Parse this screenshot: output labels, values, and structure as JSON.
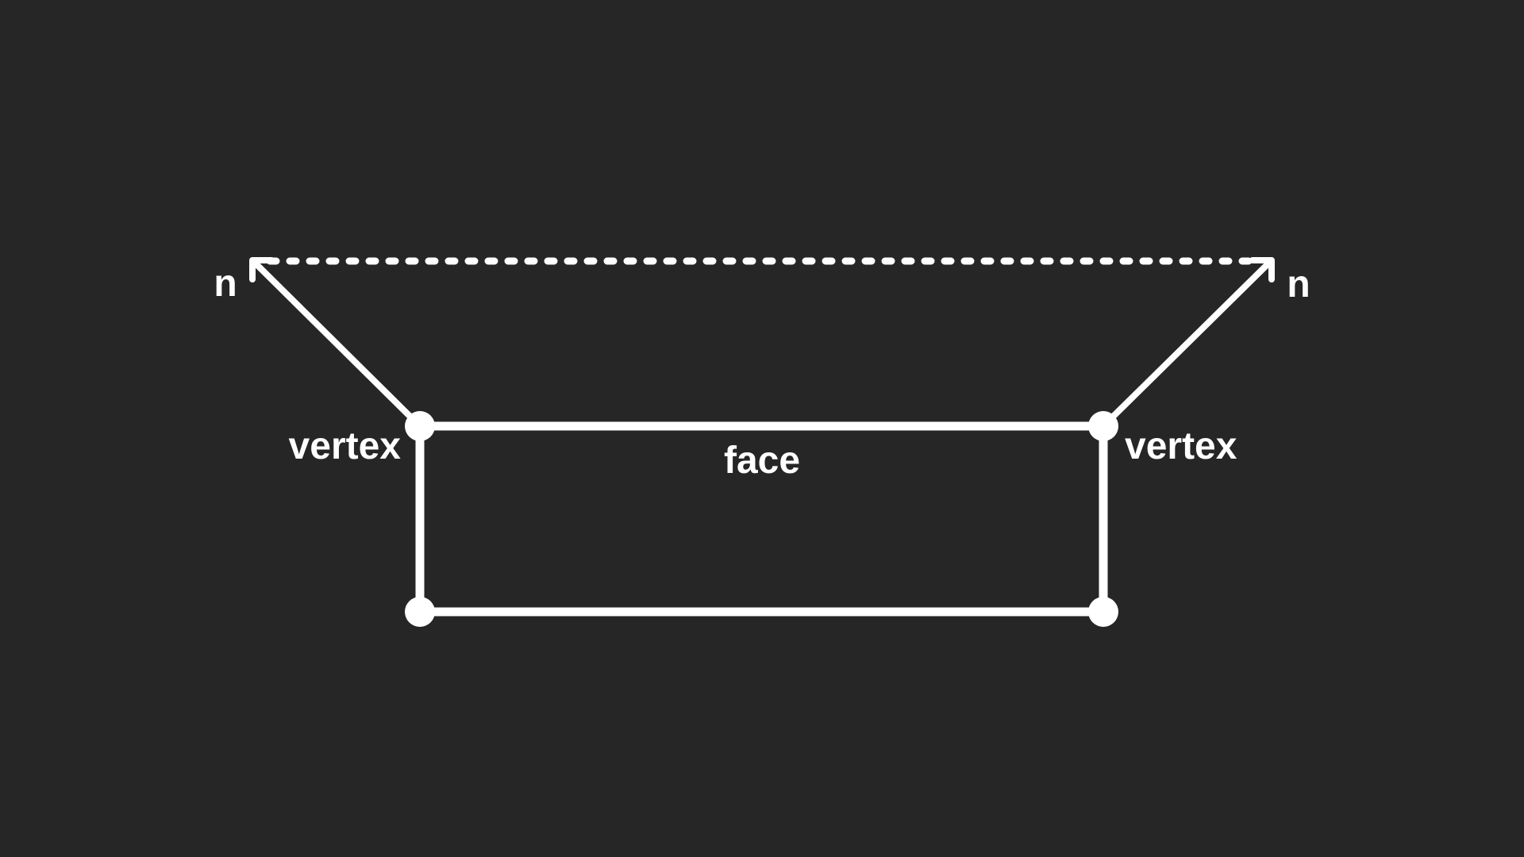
{
  "canvas": {
    "background_color": "#262626",
    "line_color": "#ffffff"
  },
  "diagram": {
    "labels": {
      "left_normal": "n",
      "right_normal": "n",
      "left_vertex": "vertex",
      "right_vertex": "vertex",
      "face": "face"
    }
  }
}
